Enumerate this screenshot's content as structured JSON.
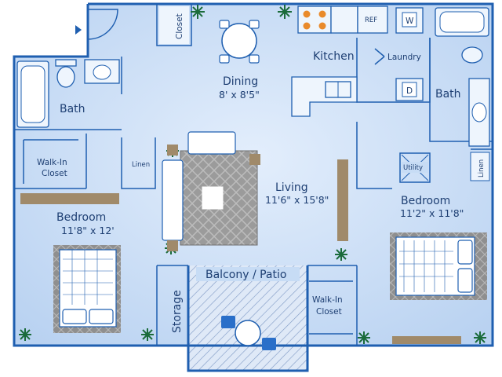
{
  "colors": {
    "floor": "#c7dcf5",
    "wall": "#1f5fb0",
    "rug": "#8d8d8d",
    "wood": "#a08a6a",
    "stove_burner": "#e98a2b",
    "plant": "#1a6b3a"
  },
  "rooms": {
    "closet_top": "Closet",
    "dining": "Dining",
    "dining_dim": "8' x 8'5\"",
    "kitchen": "Kitchen",
    "laundry": "Laundry",
    "bath_left": "Bath",
    "bath_right": "Bath",
    "walkin_left": "Walk-In Closet",
    "linen_left": "Linen",
    "living": "Living",
    "living_dim": "11'6\" x 15'8\"",
    "bedroom_left": "Bedroom",
    "bedroom_left_dim": "11'8\" x 12'",
    "bedroom_right": "Bedroom",
    "bedroom_right_dim": "11'2\" x 11'8\"",
    "balcony": "Balcony / Patio",
    "storage": "Storage",
    "walkin_right": "Walk-In Closet",
    "utility": "Utility",
    "linen_right": "Linen"
  },
  "appliances": {
    "ref": "REF",
    "washer": "W",
    "dryer": "D"
  },
  "icons": [
    "entry-arrow-icon",
    "plant-icon",
    "stove-icon",
    "sink-icon",
    "toilet-icon",
    "bathtub-icon",
    "bed-icon",
    "sofa-icon",
    "dining-table-icon",
    "door-swing-icon"
  ]
}
